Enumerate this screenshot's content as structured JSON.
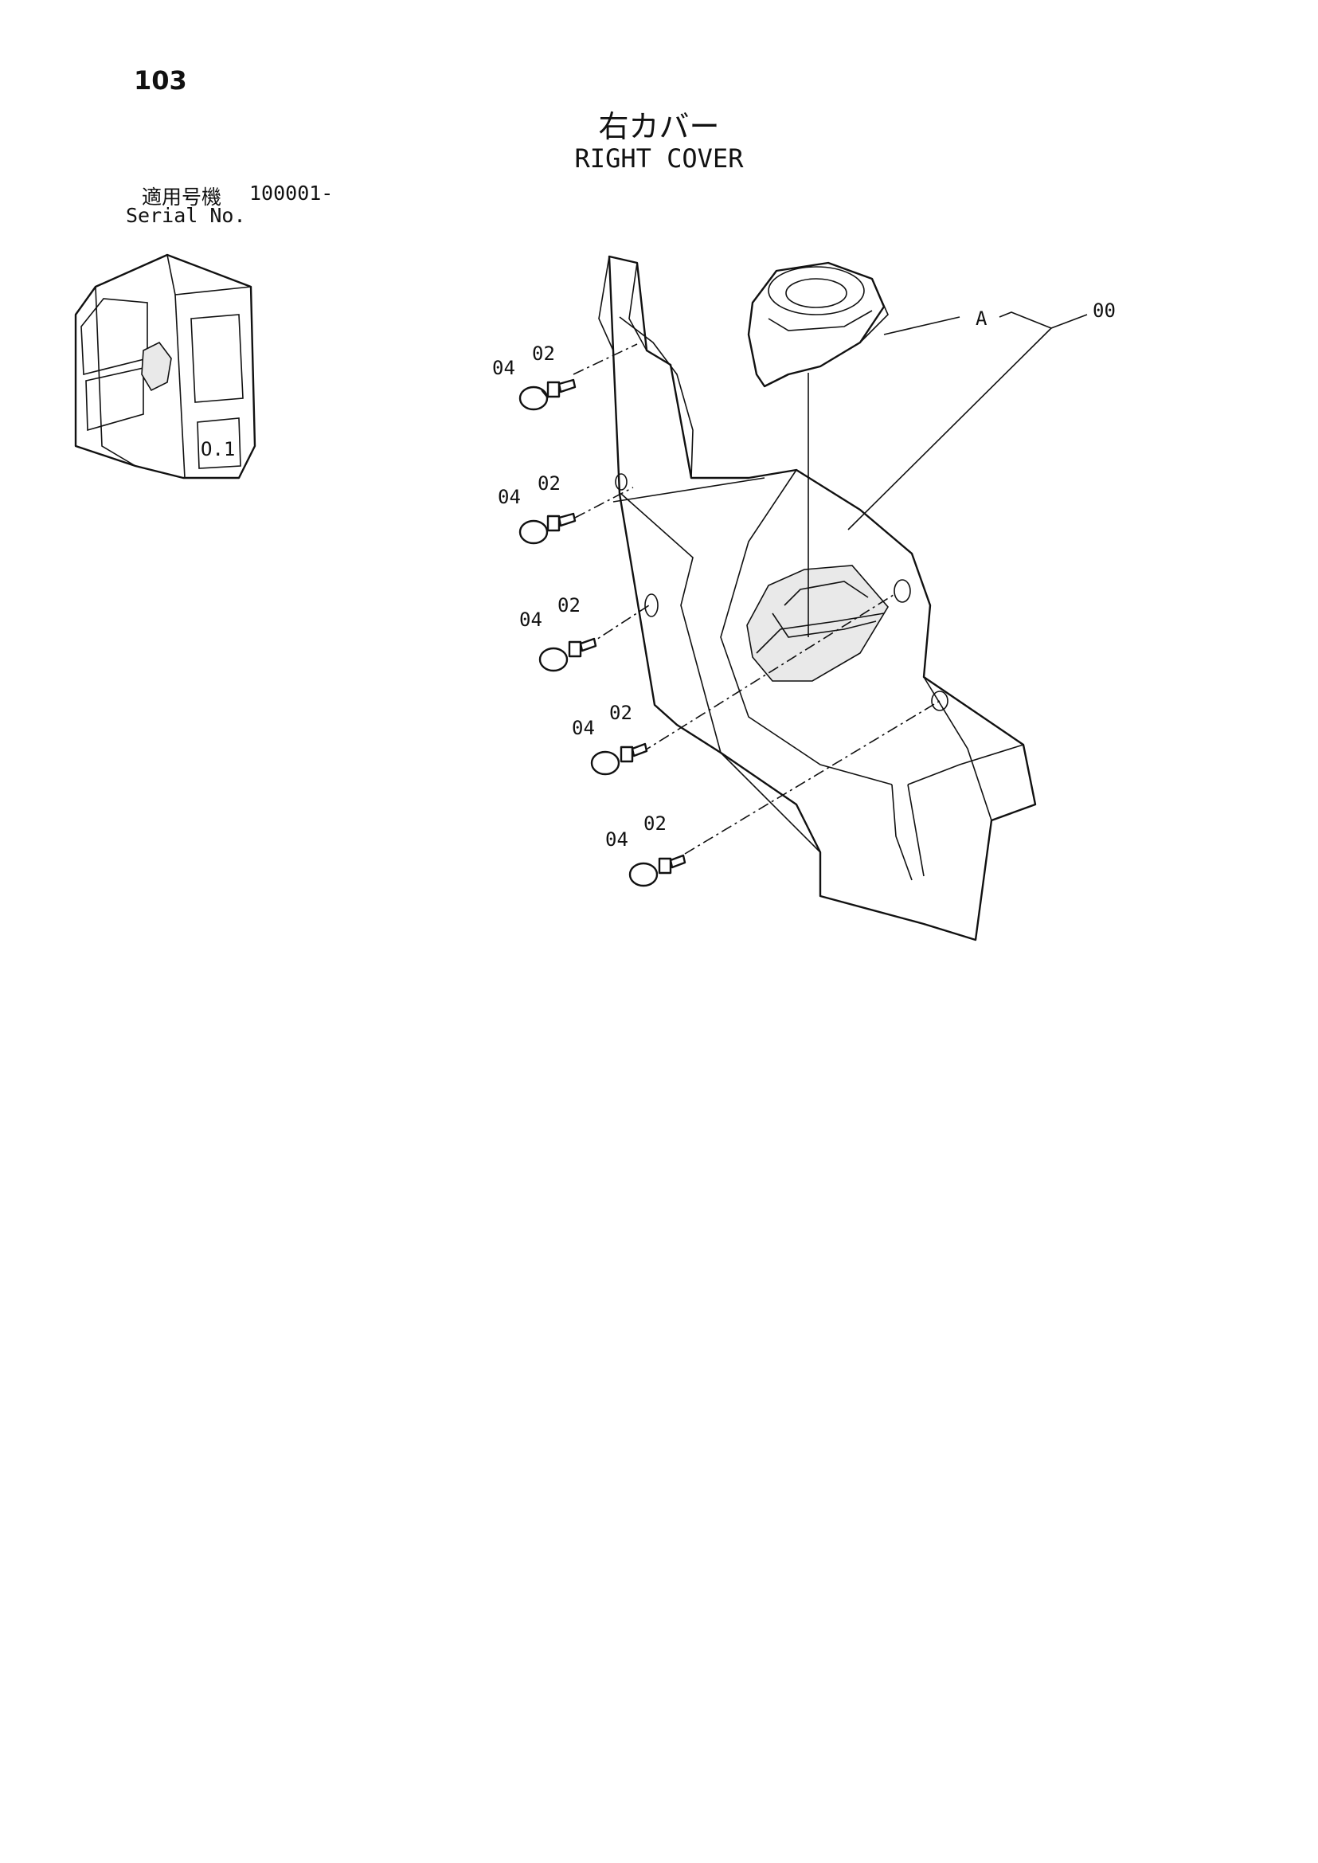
{
  "page": {
    "number": "103",
    "title_jp": "右カバー",
    "title_en": "RIGHT COVER"
  },
  "serial": {
    "label_jp": "適用号機",
    "value": "100001-",
    "label_en": "Serial No."
  },
  "callouts": {
    "assembly": "00",
    "sub_assembly": "A",
    "bolt": "02",
    "cap": "04"
  }
}
